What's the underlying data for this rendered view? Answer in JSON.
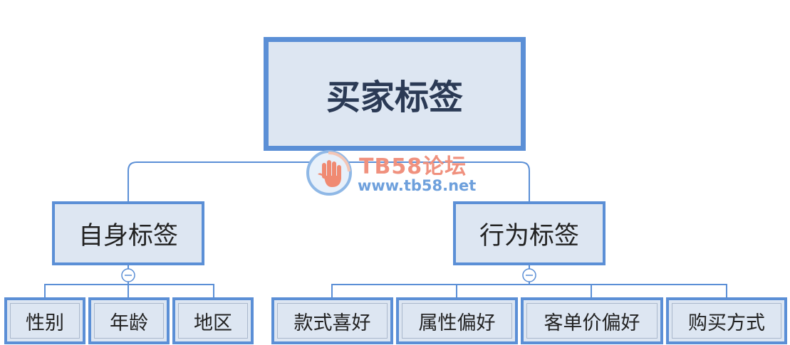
{
  "diagram": {
    "root": {
      "label": "买家标签"
    },
    "branches": [
      {
        "label": "自身标签",
        "children": [
          "性别",
          "年龄",
          "地区"
        ]
      },
      {
        "label": "行为标签",
        "children": [
          "款式喜好",
          "属性偏好",
          "客单价偏好",
          "购买方式"
        ]
      }
    ],
    "collapse_symbol": "⊖"
  },
  "watermark": {
    "title": "TB58论坛",
    "url": "www.tb58.net"
  },
  "colors": {
    "border": "#5b8fd6",
    "fill": "#dde6f2",
    "line": "#5b8fd6",
    "text": "#222222"
  }
}
